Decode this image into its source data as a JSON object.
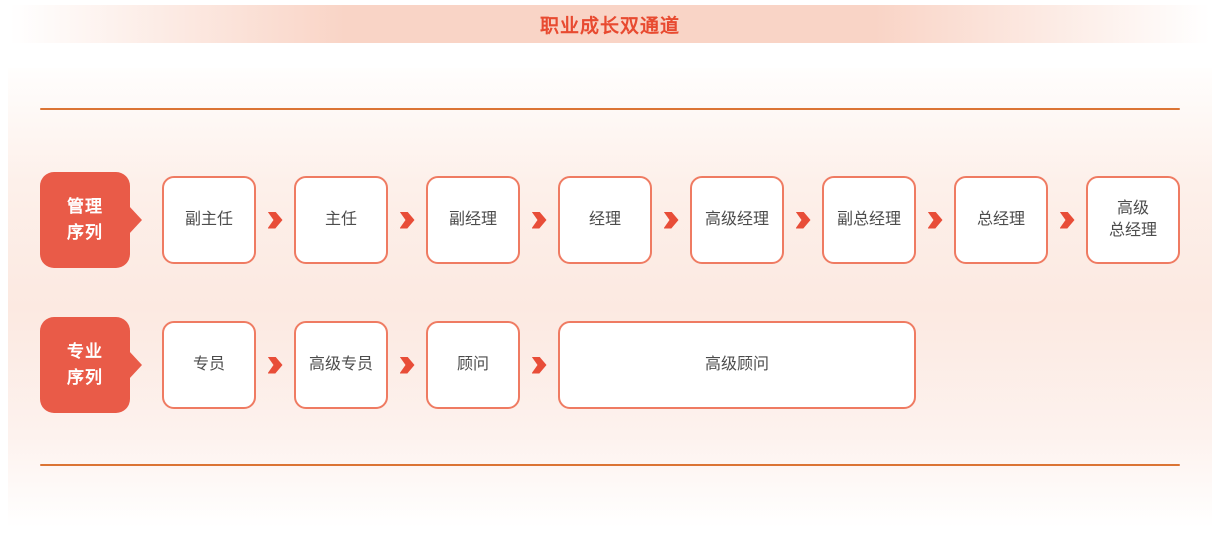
{
  "title": "职业成长双通道",
  "tracks": [
    {
      "name": "管理序列",
      "label": "管理\n序列",
      "stages": [
        "副主任",
        "主任",
        "副经理",
        "经理",
        "高级经理",
        "副总经理",
        "总经理",
        "高级\n总经理"
      ]
    },
    {
      "name": "专业序列",
      "label": "专业\n序列",
      "stages": [
        "专员",
        "高级专员",
        "顾问",
        "高级顾问"
      ]
    }
  ],
  "icons": {
    "connector": "chevron-right-icon",
    "label_pointer": "arrow-right-tab-icon"
  },
  "colors": {
    "banner_bg": "#f9d4c6",
    "title_text": "#e84a30",
    "track_label_bg": "#e95b48",
    "box_border": "#ef7b62",
    "box_text": "#4c4c4c",
    "chevron": "#e84d38",
    "divider_line": "#db7434",
    "panel_bg_mid": "#fce9e1"
  }
}
